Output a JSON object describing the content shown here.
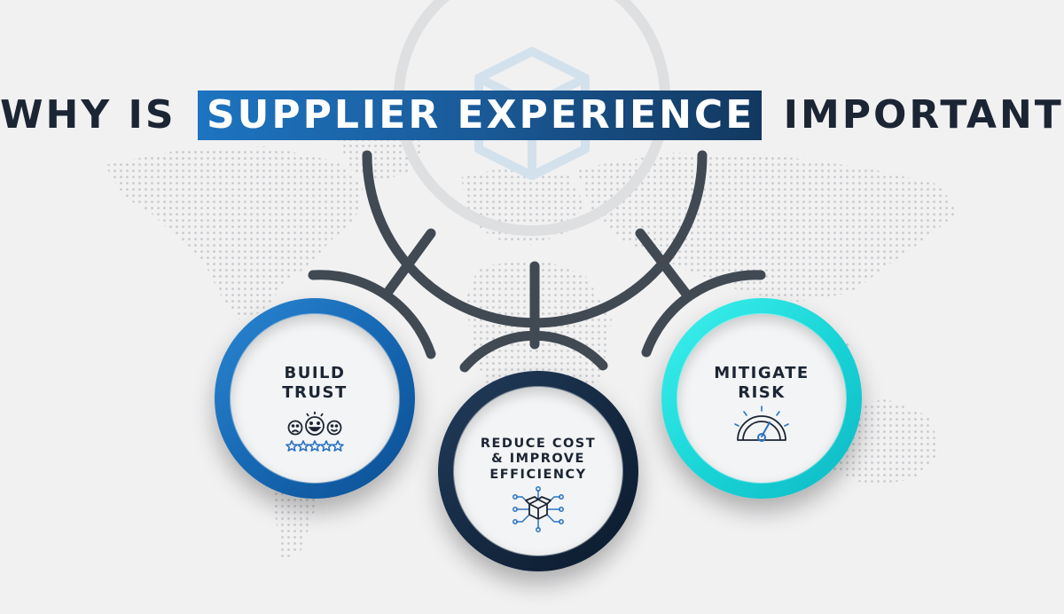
{
  "title": {
    "before": "WHY IS",
    "highlight": "SUPPLIER EXPERIENCE",
    "after": "IMPORTANT?"
  },
  "nodes": [
    {
      "lines": [
        "BUILD",
        "TRUST"
      ],
      "icon": "faces-rating-icon"
    },
    {
      "lines": [
        "REDUCE COST",
        "& IMPROVE",
        "EFFICIENCY"
      ],
      "icon": "network-box-icon"
    },
    {
      "lines": [
        "MITIGATE",
        "RISK"
      ],
      "icon": "gauge-icon"
    }
  ],
  "colors": {
    "background": "#f1f1f2",
    "text": "#1c2533",
    "connector": "#414a53",
    "trust_ring": "#1565b0",
    "cost_ring": "#142840",
    "risk_ring": "#18d3d6",
    "icon_blue": "#2a73c4"
  }
}
